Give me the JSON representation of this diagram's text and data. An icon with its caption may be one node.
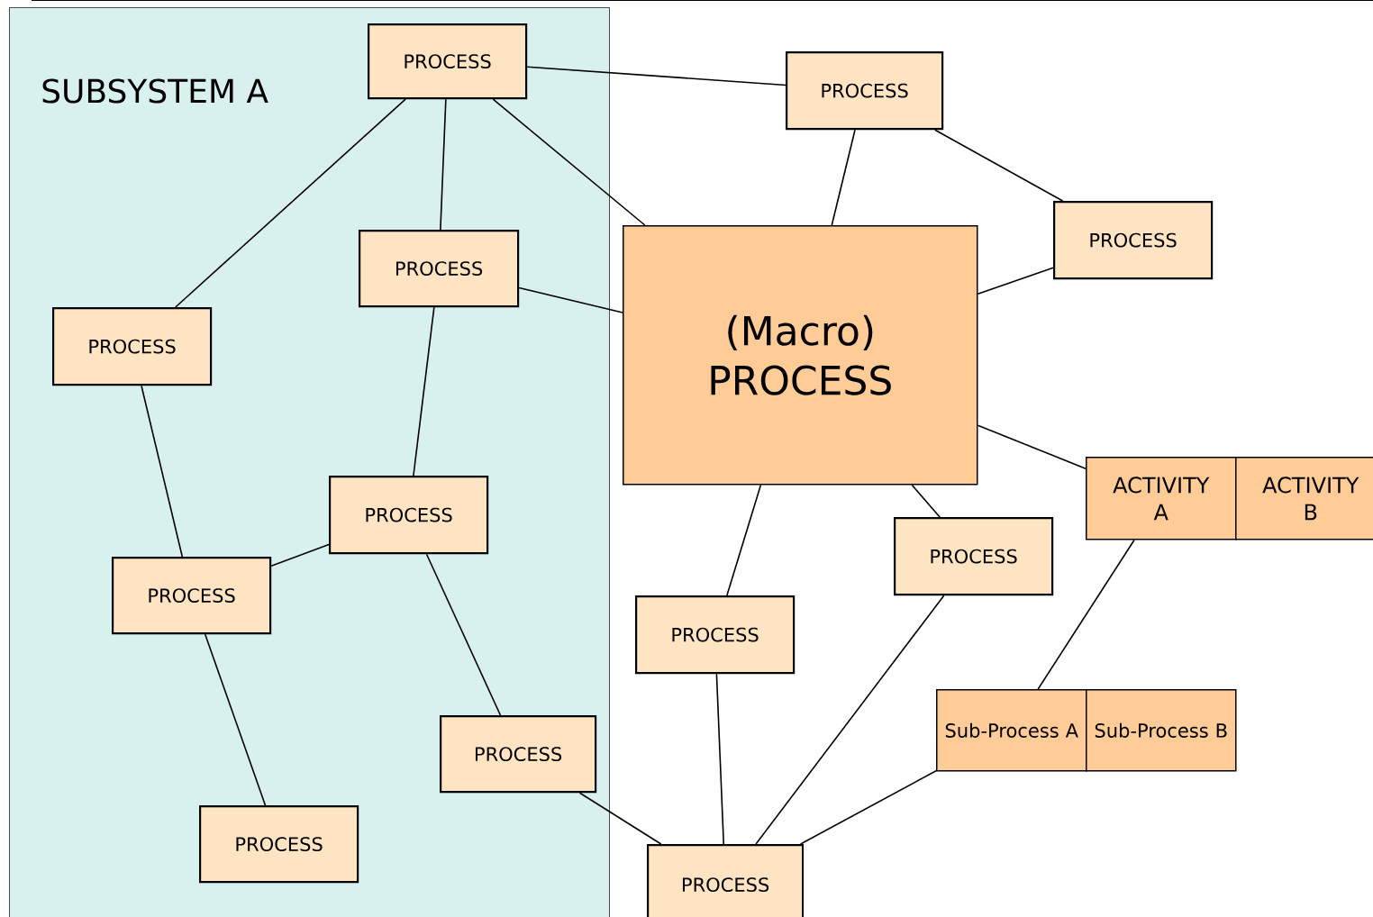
{
  "diagram": {
    "nodes": [
      {
        "text": [
          "SUBSYSTEM A"
        ]
      },
      {
        "text": [
          "PROCESS"
        ],
        "in": 0
      },
      {
        "text": [
          "PROCESS"
        ]
      },
      {
        "text": [
          "PROCESS"
        ]
      },
      {
        "text": [
          "PROCESS"
        ],
        "in": 0
      },
      {
        "text": [
          "PROCESS"
        ],
        "in": 0
      },
      {
        "text": [
          "(Macro) PROCESS"
        ]
      },
      {
        "text": [
          "ACTIVITY A"
        ]
      },
      {
        "text": [
          "ACTIVITY B"
        ]
      },
      {
        "text": [
          "PROCESS"
        ],
        "in": 0
      },
      {
        "text": [
          "PROCESS"
        ]
      },
      {
        "text": [
          "PROCESS"
        ],
        "in": 0
      },
      {
        "text": [
          "PROCESS"
        ]
      },
      {
        "text": [
          "Sub-Process A"
        ]
      },
      {
        "text": [
          "Sub-Process B"
        ]
      },
      {
        "text": [
          "PROCESS"
        ],
        "in": 0
      },
      {
        "text": [
          "PROCESS"
        ],
        "in": 0
      },
      {
        "text": [
          "PROCESS"
        ]
      }
    ],
    "edges": [
      {
        "from": 1,
        "to": 2,
        "arrow": "none"
      },
      {
        "from": 1,
        "to": 5,
        "arrow": "none"
      },
      {
        "from": 1,
        "to": 4,
        "arrow": "none"
      },
      {
        "from": 1,
        "to": 6,
        "arrow": "none"
      },
      {
        "from": 2,
        "to": 6,
        "arrow": "none"
      },
      {
        "from": 2,
        "to": 3,
        "arrow": "none"
      },
      {
        "from": 6,
        "to": 3,
        "arrow": "none"
      },
      {
        "from": 4,
        "to": 6,
        "arrow": "none"
      },
      {
        "from": 4,
        "to": 9,
        "arrow": "none"
      },
      {
        "from": 6,
        "to": 7,
        "arrow": "none"
      },
      {
        "from": 6,
        "to": 12,
        "arrow": "none"
      },
      {
        "from": 6,
        "to": 10,
        "arrow": "none"
      },
      {
        "from": 5,
        "to": 11,
        "arrow": "none"
      },
      {
        "from": 11,
        "to": 9,
        "arrow": "none"
      },
      {
        "from": 9,
        "to": 15,
        "arrow": "none"
      },
      {
        "from": 11,
        "to": 16,
        "arrow": "none"
      },
      {
        "from": 7,
        "to": 13,
        "arrow": "none"
      },
      {
        "from": 12,
        "to": 17,
        "arrow": "none"
      },
      {
        "from": 10,
        "to": 17,
        "arrow": "none"
      },
      {
        "from": 15,
        "to": 17,
        "arrow": "none"
      },
      {
        "from": 13,
        "to": 17,
        "arrow": "none"
      }
    ]
  }
}
